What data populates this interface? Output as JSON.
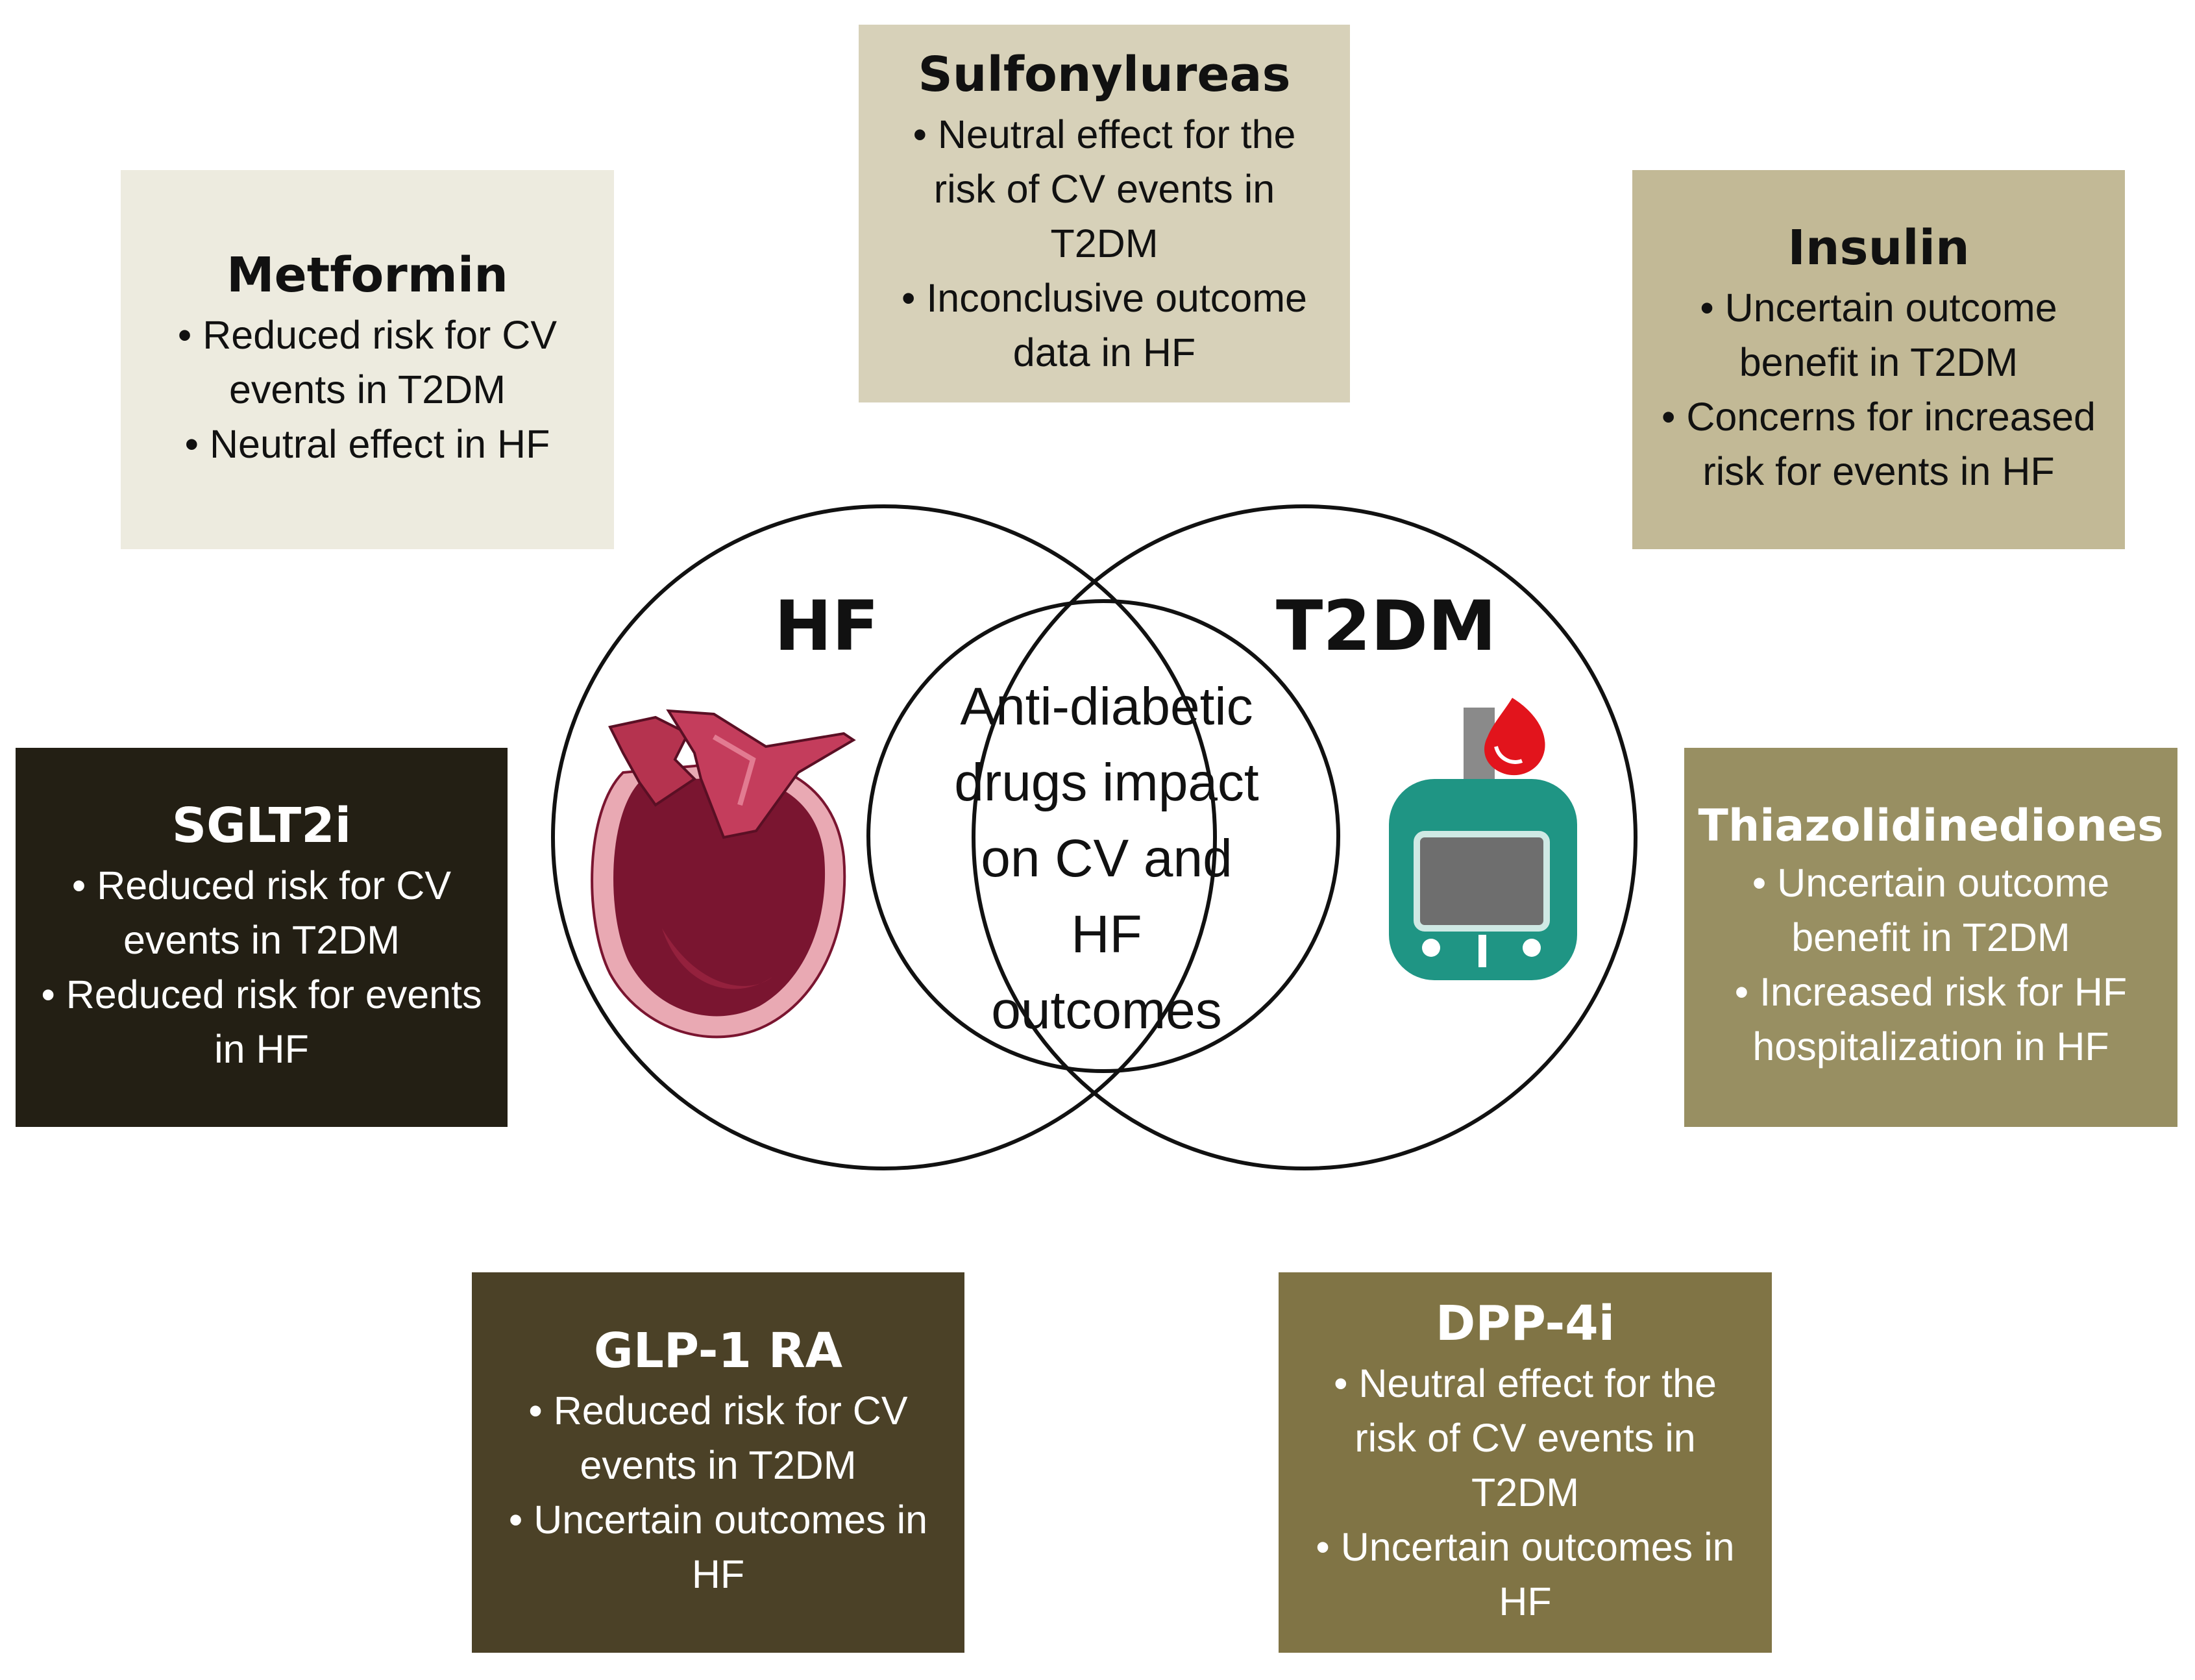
{
  "venn": {
    "left_label": "HF",
    "right_label": "T2DM",
    "center_lines": [
      "Anti-diabetic",
      "drugs impact",
      "on CV and",
      "HF",
      "outcomes"
    ]
  },
  "boxes": {
    "metformin": {
      "title": "Metformin",
      "bullets": [
        "Reduced risk for CV events in T2DM",
        "Neutral effect in HF"
      ]
    },
    "sulfonylureas": {
      "title": "Sulfonylureas",
      "bullets": [
        "Neutral effect for the risk of CV events in T2DM",
        "Inconclusive outcome data in HF"
      ]
    },
    "insulin": {
      "title": "Insulin",
      "bullets": [
        "Uncertain outcome benefit in T2DM",
        "Concerns for increased risk for events in HF"
      ]
    },
    "sglt2i": {
      "title": "SGLT2i",
      "bullets": [
        "Reduced risk for CV events in T2DM",
        "Reduced risk for events in HF"
      ]
    },
    "thiazolidinediones": {
      "title": "Thiazolidinediones",
      "bullets": [
        "Uncertain outcome benefit in T2DM",
        "Increased risk for HF hospitalization in HF"
      ]
    },
    "glp1ra": {
      "title": "GLP-1 RA",
      "bullets": [
        "Reduced risk for CV events in T2DM",
        "Uncertain outcomes in HF"
      ]
    },
    "dpp4i": {
      "title": "DPP-4i",
      "bullets": [
        "Neutral effect for the risk of CV events in T2DM",
        "Uncertain outcomes in HF"
      ]
    }
  },
  "colors": {
    "metformin": "#edebdf",
    "sulfonylureas": "#d7d1b9",
    "insulin": "#c2b996",
    "sglt2i": "#231f14",
    "thiazolidinediones": "#988f62",
    "glp1ra": "#4b4127",
    "dpp4i": "#807445",
    "heart": "#7a1530",
    "meter": "#1f9584",
    "blood_drop": "#e2141c"
  },
  "icons": {
    "heart": "heart-icon",
    "meter": "glucose-meter-icon"
  }
}
